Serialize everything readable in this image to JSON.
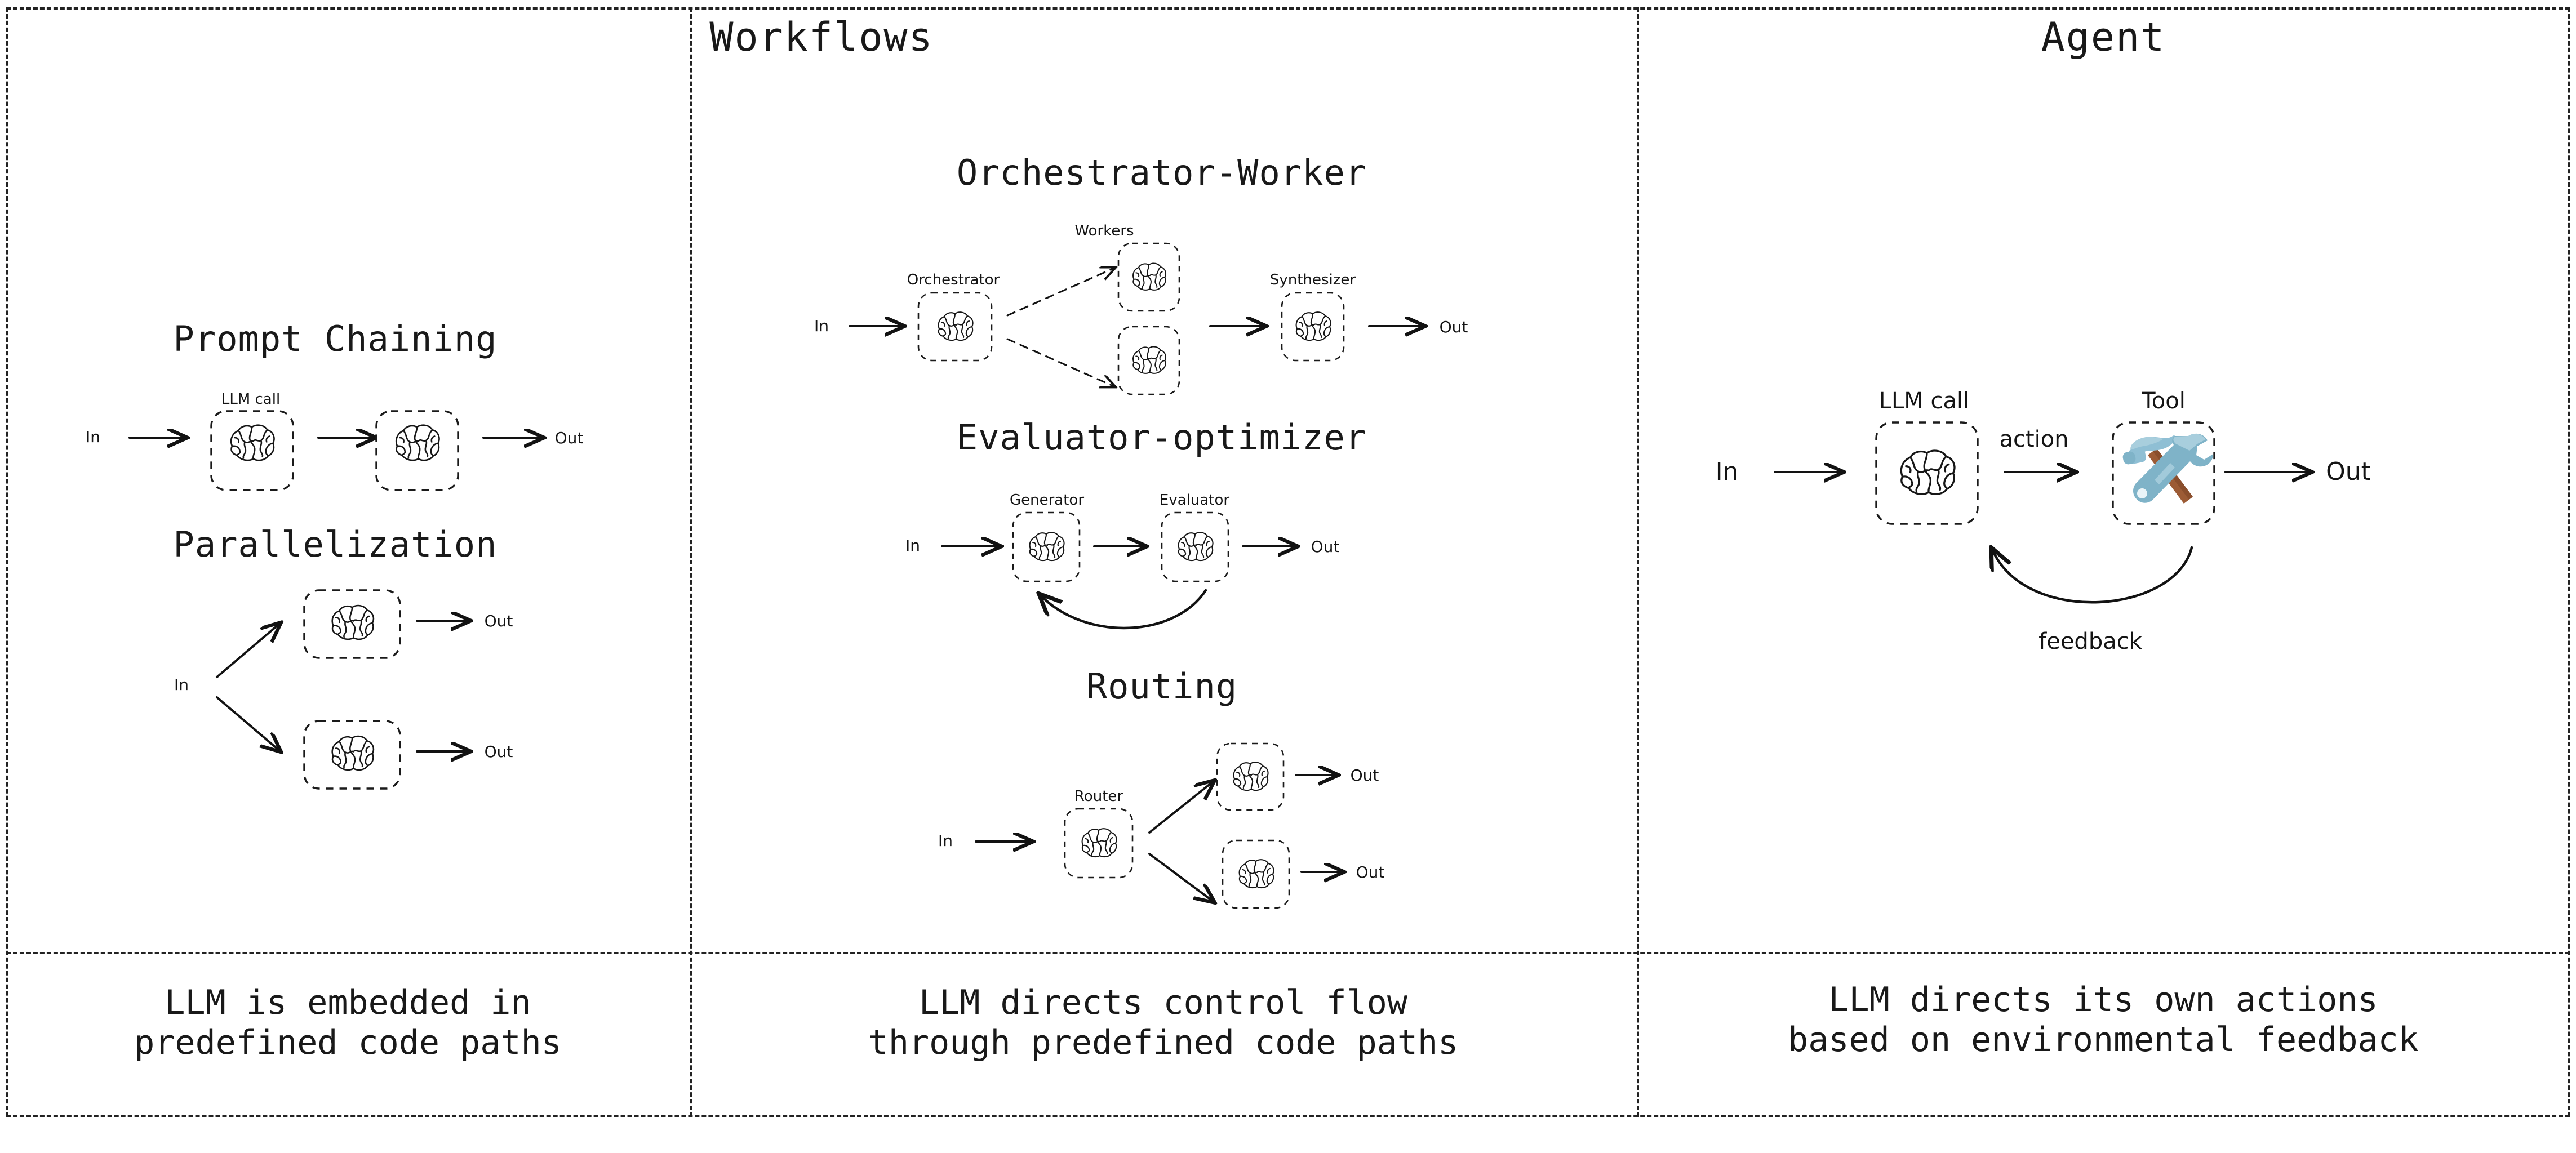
{
  "figure": {
    "columns": [
      {
        "title": "Workflows",
        "caption": "LLM is embedded in\npredefined code paths"
      },
      {
        "title": "",
        "caption": "LLM directs control flow\nthrough predefined code paths"
      },
      {
        "title": "Agent",
        "caption": "LLM directs its own actions\nbased on environmental feedback"
      }
    ]
  },
  "patterns": {
    "prompt_chaining": {
      "title": "Prompt Chaining",
      "input_label": "In",
      "output_label": "Out",
      "node_label": "LLM call",
      "nodes": [
        "llm-call-1",
        "llm-call-2"
      ],
      "icon": "brain-icon"
    },
    "parallelization": {
      "title": "Parallelization",
      "input_label": "In",
      "output_label_top": "Out",
      "output_label_bottom": "Out",
      "icon": "brain-icon"
    },
    "orchestrator_worker": {
      "title": "Orchestrator-Worker",
      "input_label": "In",
      "output_label": "Out",
      "orchestrator_label": "Orchestrator",
      "workers_label": "Workers",
      "synthesizer_label": "Synthesizer",
      "icon": "brain-icon"
    },
    "evaluator_optimizer": {
      "title": "Evaluator-optimizer",
      "input_label": "In",
      "output_label": "Out",
      "generator_label": "Generator",
      "evaluator_label": "Evaluator",
      "icon": "brain-icon"
    },
    "routing": {
      "title": "Routing",
      "input_label": "In",
      "router_label": "Router",
      "output_label_top": "Out",
      "output_label_bottom": "Out",
      "icon": "brain-icon"
    },
    "agent": {
      "input_label": "In",
      "output_label": "Out",
      "llm_label": "LLM call",
      "tool_label": "Tool",
      "action_label": "action",
      "feedback_label": "feedback",
      "llm_icon": "brain-icon",
      "tool_icon": "hammer-wrench-icon"
    }
  },
  "colors": {
    "ink": "#191919",
    "line": "#121212",
    "tool_metal": "#7FB3C8",
    "tool_metal_light": "#A8CEDD",
    "tool_handle": "#9C5B35",
    "background": "#FFFFFF"
  }
}
